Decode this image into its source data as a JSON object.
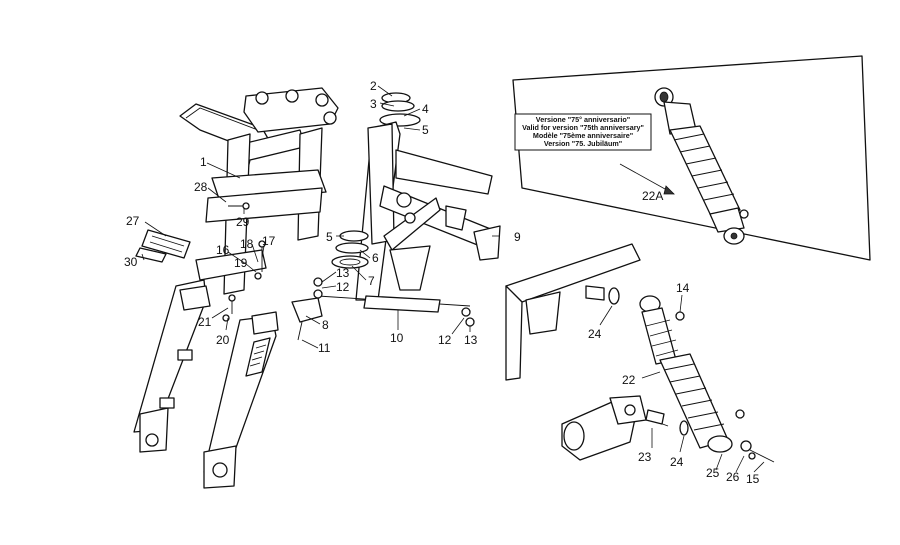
{
  "inset": {
    "lines": [
      "Versione \"75° anniversario\"",
      "Valid for version \"75th anniversary\"",
      "Modèle \"75ème anniversaire\"",
      "Version \"75. Jubiläum\""
    ]
  },
  "callouts": [
    "1",
    "2",
    "3",
    "4",
    "5",
    "5",
    "6",
    "7",
    "8",
    "9",
    "10",
    "11",
    "12",
    "12",
    "13",
    "13",
    "14",
    "15",
    "16",
    "17",
    "18",
    "19",
    "20",
    "21",
    "22",
    "22A",
    "23",
    "24",
    "24",
    "25",
    "26",
    "27",
    "28",
    "29",
    "30"
  ]
}
